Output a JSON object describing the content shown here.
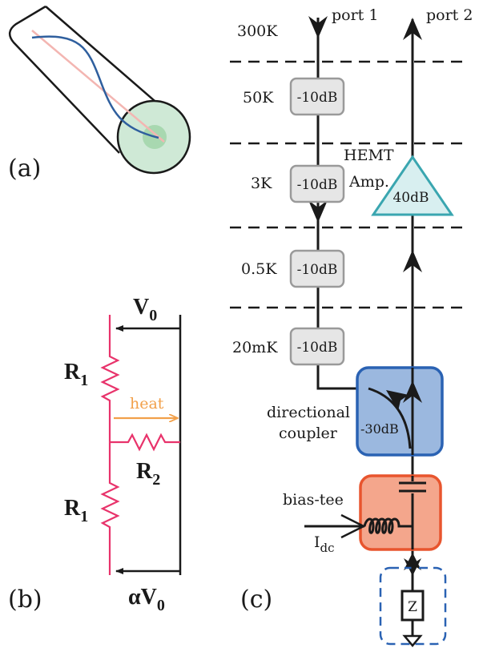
{
  "panel_labels": {
    "a": "(a)",
    "b": "(b)",
    "c": "(c)"
  },
  "panel_b": {
    "v0_base": "V",
    "v0_sub": "0",
    "r1_top_base": "R",
    "r1_top_sub": "1",
    "r1_bot_base": "R",
    "r1_bot_sub": "1",
    "r2_base": "R",
    "r2_sub": "2",
    "heat": "heat",
    "alpha_v0_base": "αV",
    "alpha_v0_sub": "0"
  },
  "panel_c": {
    "port1": "port 1",
    "port2": "port 2",
    "temperatures": [
      "300K",
      "50K",
      "3K",
      "0.5K",
      "20mK"
    ],
    "attenuators": [
      "-10dB",
      "-10dB",
      "-10dB",
      "-10dB"
    ],
    "hemt_label_1": "HEMT",
    "hemt_label_2": "Amp.",
    "hemt_gain": "40dB",
    "coupler_label_1": "directional",
    "coupler_label_2": "coupler",
    "coupler_value": "-30dB",
    "bias_tee_label": "bias-tee",
    "idc_base": "I",
    "idc_sub": "dc",
    "load_label": "Z"
  },
  "colors": {
    "line": "#1a1a1a",
    "resistor": "#e8336b",
    "heat": "#f2a04a",
    "coax_fill": "#cfe9d6",
    "coax_core": "#a8d8b0",
    "wire_blue": "#2f5f9e",
    "wire_pink": "#f3b6b2",
    "attenuator_fill": "#e6e6e6",
    "attenuator_stroke": "#9a9a9a",
    "hemt_fill": "#d8eff0",
    "hemt_stroke": "#3aa6b0",
    "coupler_fill": "#9bb8df",
    "coupler_stroke": "#2a62b3",
    "biastee_fill": "#f4a68c",
    "biastee_stroke": "#e8552e",
    "load_box": "#2a62b3"
  }
}
